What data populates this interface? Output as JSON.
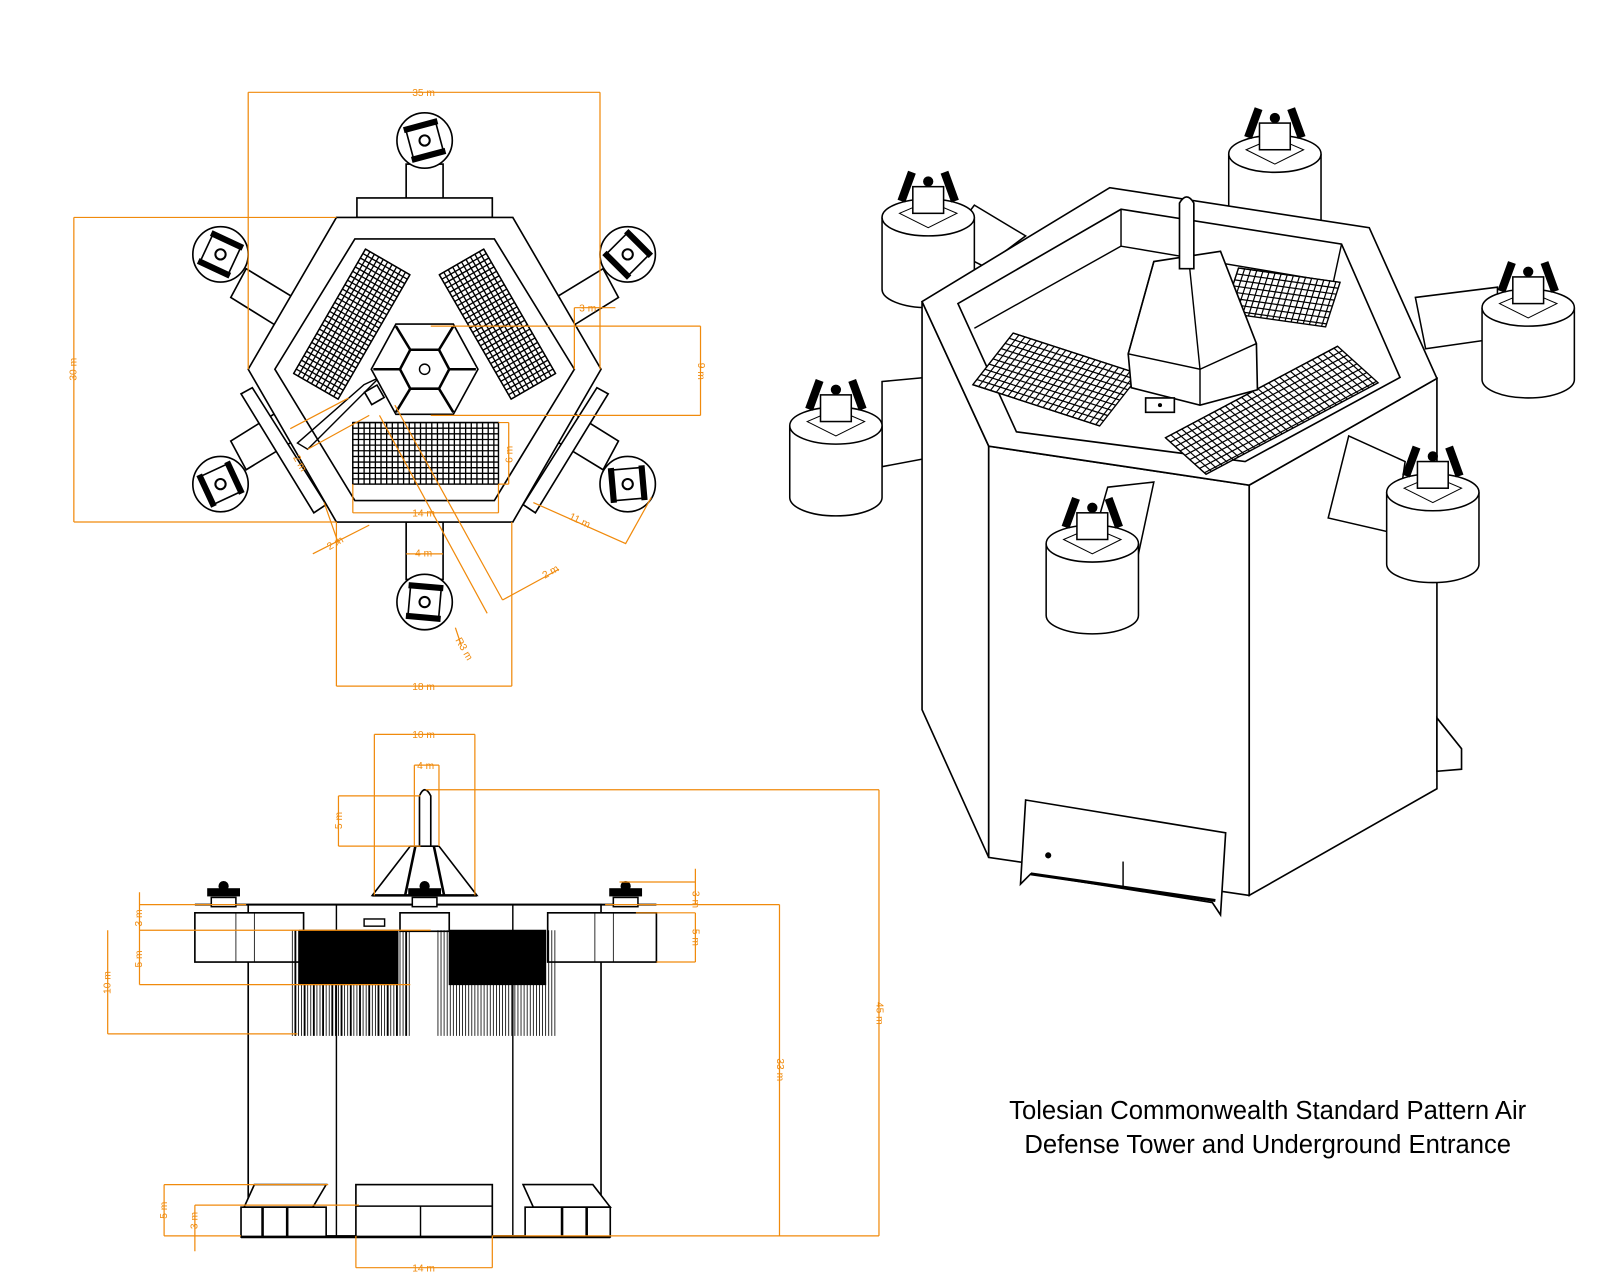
{
  "title": {
    "line1": "Tolesian Commonwealth Standard Pattern Air",
    "line2": "Defense Tower and Underground Entrance"
  },
  "plan_view": {
    "dims": {
      "width_35": "35 m",
      "height_30": "30 m",
      "core_9": "9 m",
      "offset_3": "3 m",
      "grid_6": "6 m",
      "grid_14": "14 m",
      "base_18": "18 m",
      "arm_4": "4 m",
      "wall_2": "2 m",
      "arm_11": "11 m",
      "path_2": "2 m",
      "side_2": "2 m",
      "radius_3": "R3 m"
    }
  },
  "elevation_view": {
    "dims": {
      "cone_10": "10 m",
      "cone_top_4": "4 m",
      "spire_5": "5 m",
      "total_45": "45 m",
      "tower_33": "33 m",
      "right_3": "3 m",
      "right_5": "5 m",
      "left_3": "3 m",
      "left_5": "5 m",
      "left_10": "10 m",
      "entrance_5": "5 m",
      "entrance_3": "3 m",
      "entrance_14": "14 m"
    }
  },
  "colors": {
    "dimension": "#f08a0c",
    "line": "#000000"
  }
}
